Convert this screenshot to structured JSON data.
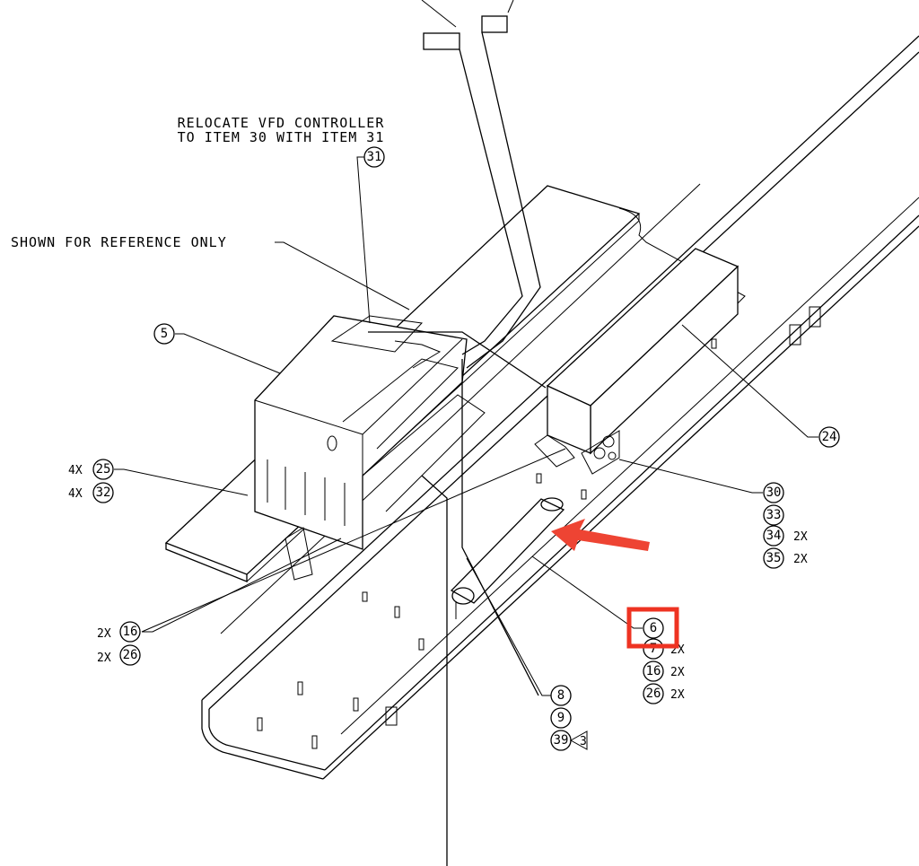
{
  "notes": {
    "relocate_line1": "RELOCATE VFD CONTROLLER",
    "relocate_line2": "TO ITEM 30 WITH ITEM 31",
    "reference": "SHOWN FOR REFERENCE ONLY"
  },
  "balloons": {
    "b5": "5",
    "b31": "31",
    "b25": "25",
    "b32": "32",
    "b16a": "16",
    "b26a": "26",
    "b24": "24",
    "b30": "30",
    "b33": "33",
    "b34": "34",
    "b35": "35",
    "b6": "6",
    "b7": "7",
    "b16b": "16",
    "b26b": "26",
    "b8": "8",
    "b9": "9",
    "b39": "39"
  },
  "quantities": {
    "q25": "4X",
    "q32": "4X",
    "q16a": "2X",
    "q26a": "2X",
    "q34": "2X",
    "q35": "2X",
    "q7": "2X",
    "q16b": "2X",
    "q26b": "2X",
    "rev39": "3"
  },
  "colors": {
    "highlight": "#ee3322",
    "arrow": "#ee4433",
    "line": "#000000"
  }
}
